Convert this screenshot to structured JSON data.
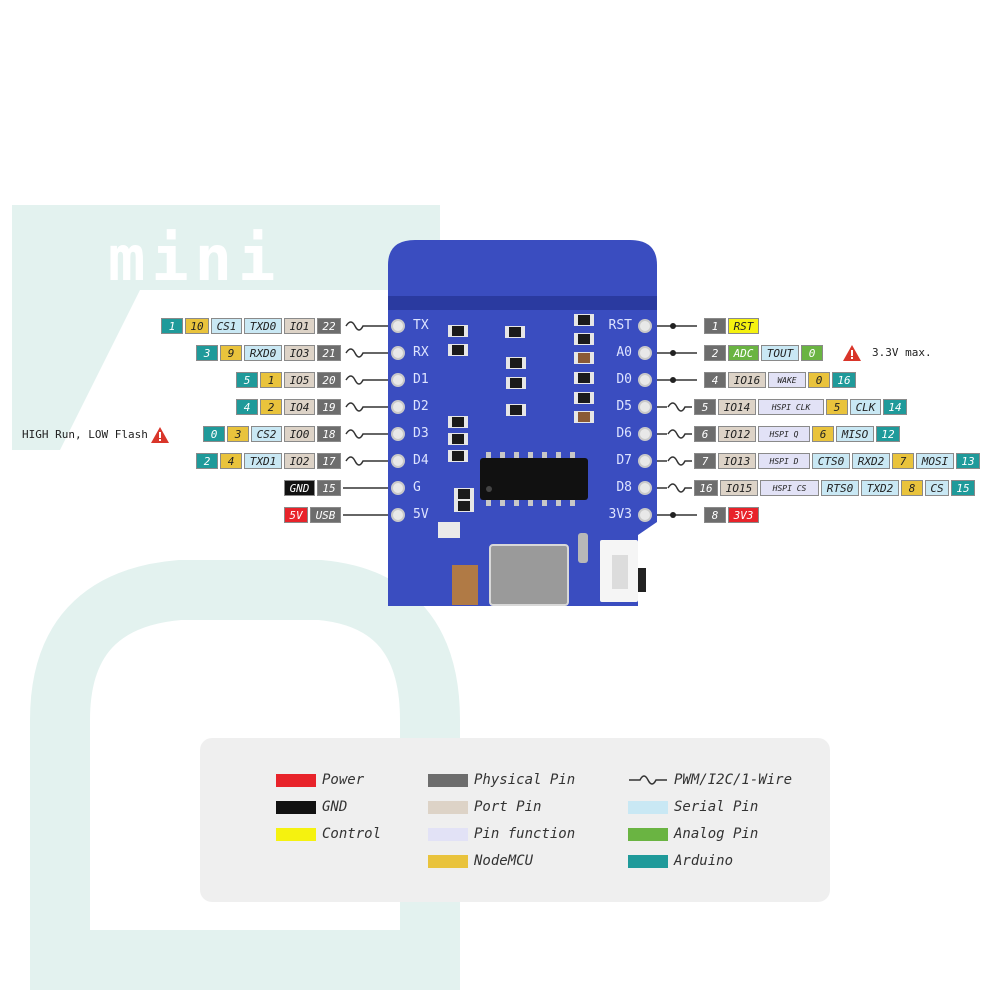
{
  "brand_text": "mini",
  "colors": {
    "board": "#3a4dc0",
    "board_dark": "#2a3aa0",
    "watermark": "#e3f2ef",
    "power": "#e8232a",
    "gnd": "#111111",
    "control": "#f5f20f",
    "physical": "#6d6d6d",
    "port": "#ddd3c7",
    "function": "#e2e2f6",
    "nodemcu": "#e9c33c",
    "serial": "#c9e8f4",
    "analog": "#6ab442",
    "arduino": "#1f9a9a"
  },
  "board": {
    "left_pins": [
      "TX",
      "RX",
      "D1",
      "D2",
      "D3",
      "D4",
      "G",
      "5V"
    ],
    "right_pins": [
      "RST",
      "A0",
      "D0",
      "D5",
      "D6",
      "D7",
      "D8",
      "3V3"
    ]
  },
  "left_rows": [
    {
      "wave": true,
      "tags": [
        {
          "t": "1",
          "k": "arduino"
        },
        {
          "t": "10",
          "k": "nodemcu"
        },
        {
          "t": "CS1",
          "k": "serial"
        },
        {
          "t": "TXD0",
          "k": "serial"
        },
        {
          "t": "IO1",
          "k": "port"
        },
        {
          "t": "22",
          "k": "physical"
        }
      ]
    },
    {
      "wave": true,
      "tags": [
        {
          "t": "3",
          "k": "arduino"
        },
        {
          "t": "9",
          "k": "nodemcu"
        },
        {
          "t": "RXD0",
          "k": "serial"
        },
        {
          "t": "IO3",
          "k": "port"
        },
        {
          "t": "21",
          "k": "physical"
        }
      ]
    },
    {
      "wave": true,
      "tags": [
        {
          "t": "5",
          "k": "arduino"
        },
        {
          "t": "1",
          "k": "nodemcu"
        },
        {
          "t": "IO5",
          "k": "port"
        },
        {
          "t": "20",
          "k": "physical"
        }
      ]
    },
    {
      "wave": true,
      "tags": [
        {
          "t": "4",
          "k": "arduino"
        },
        {
          "t": "2",
          "k": "nodemcu"
        },
        {
          "t": "IO4",
          "k": "port"
        },
        {
          "t": "19",
          "k": "physical"
        }
      ]
    },
    {
      "wave": true,
      "tags": [
        {
          "t": "0",
          "k": "arduino"
        },
        {
          "t": "3",
          "k": "nodemcu"
        },
        {
          "t": "CS2",
          "k": "serial"
        },
        {
          "t": "IO0",
          "k": "port"
        },
        {
          "t": "18",
          "k": "physical"
        }
      ]
    },
    {
      "wave": true,
      "tags": [
        {
          "t": "2",
          "k": "arduino"
        },
        {
          "t": "4",
          "k": "nodemcu"
        },
        {
          "t": "TXD1",
          "k": "serial"
        },
        {
          "t": "IO2",
          "k": "port"
        },
        {
          "t": "17",
          "k": "physical"
        }
      ]
    },
    {
      "wave": false,
      "tags": [
        {
          "t": "GND",
          "k": "gnd"
        },
        {
          "t": "15",
          "k": "physical"
        }
      ]
    },
    {
      "wave": false,
      "tags": [
        {
          "t": "5V",
          "k": "power"
        },
        {
          "t": "USB",
          "k": "physical"
        }
      ]
    }
  ],
  "right_rows": [
    {
      "wave": false,
      "tags": [
        {
          "t": "1",
          "k": "physical"
        },
        {
          "t": "RST",
          "k": "control"
        }
      ]
    },
    {
      "wave": false,
      "tags": [
        {
          "t": "2",
          "k": "physical"
        },
        {
          "t": "ADC",
          "k": "analog"
        },
        {
          "t": "TOUT",
          "k": "serial"
        },
        {
          "t": "0",
          "k": "analog"
        }
      ]
    },
    {
      "wave": false,
      "tags": [
        {
          "t": "4",
          "k": "physical"
        },
        {
          "t": "IO16",
          "k": "port"
        },
        {
          "t": "WAKE",
          "k": "function"
        },
        {
          "t": "0",
          "k": "nodemcu"
        },
        {
          "t": "16",
          "k": "arduino"
        }
      ]
    },
    {
      "wave": true,
      "tags": [
        {
          "t": "5",
          "k": "physical"
        },
        {
          "t": "IO14",
          "k": "port"
        },
        {
          "t": "HSPI CLK",
          "k": "function"
        },
        {
          "t": "5",
          "k": "nodemcu"
        },
        {
          "t": "CLK",
          "k": "serial"
        },
        {
          "t": "14",
          "k": "arduino"
        }
      ]
    },
    {
      "wave": true,
      "tags": [
        {
          "t": "6",
          "k": "physical"
        },
        {
          "t": "IO12",
          "k": "port"
        },
        {
          "t": "HSPI Q",
          "k": "function"
        },
        {
          "t": "6",
          "k": "nodemcu"
        },
        {
          "t": "MISO",
          "k": "serial"
        },
        {
          "t": "12",
          "k": "arduino"
        }
      ]
    },
    {
      "wave": true,
      "tags": [
        {
          "t": "7",
          "k": "physical"
        },
        {
          "t": "IO13",
          "k": "port"
        },
        {
          "t": "HSPI D",
          "k": "function"
        },
        {
          "t": "CTS0",
          "k": "serial"
        },
        {
          "t": "RXD2",
          "k": "serial"
        },
        {
          "t": "7",
          "k": "nodemcu"
        },
        {
          "t": "MOSI",
          "k": "serial"
        },
        {
          "t": "13",
          "k": "arduino"
        }
      ]
    },
    {
      "wave": true,
      "tags": [
        {
          "t": "16",
          "k": "physical"
        },
        {
          "t": "IO15",
          "k": "port"
        },
        {
          "t": "HSPI CS",
          "k": "function"
        },
        {
          "t": "RTS0",
          "k": "serial"
        },
        {
          "t": "TXD2",
          "k": "serial"
        },
        {
          "t": "8",
          "k": "nodemcu"
        },
        {
          "t": "CS",
          "k": "serial"
        },
        {
          "t": "15",
          "k": "arduino"
        }
      ]
    },
    {
      "wave": false,
      "tags": [
        {
          "t": "8",
          "k": "physical"
        },
        {
          "t": "3V3",
          "k": "power"
        }
      ]
    }
  ],
  "notes": {
    "high_run": "HIGH Run, LOW Flash",
    "max_voltage": "3.3V max."
  },
  "legend": [
    {
      "label": "Power",
      "k": "power"
    },
    {
      "label": "GND",
      "k": "gnd"
    },
    {
      "label": "Control",
      "k": "control"
    },
    {
      "label": "Physical Pin",
      "k": "physical"
    },
    {
      "label": "Port Pin",
      "k": "port"
    },
    {
      "label": "Pin function",
      "k": "function"
    },
    {
      "label": "NodeMCU",
      "k": "nodemcu"
    },
    {
      "label": "PWM/I2C/1-Wire",
      "k": "wave"
    },
    {
      "label": "Serial Pin",
      "k": "serial"
    },
    {
      "label": "Analog Pin",
      "k": "analog"
    },
    {
      "label": "Arduino",
      "k": "arduino"
    }
  ]
}
